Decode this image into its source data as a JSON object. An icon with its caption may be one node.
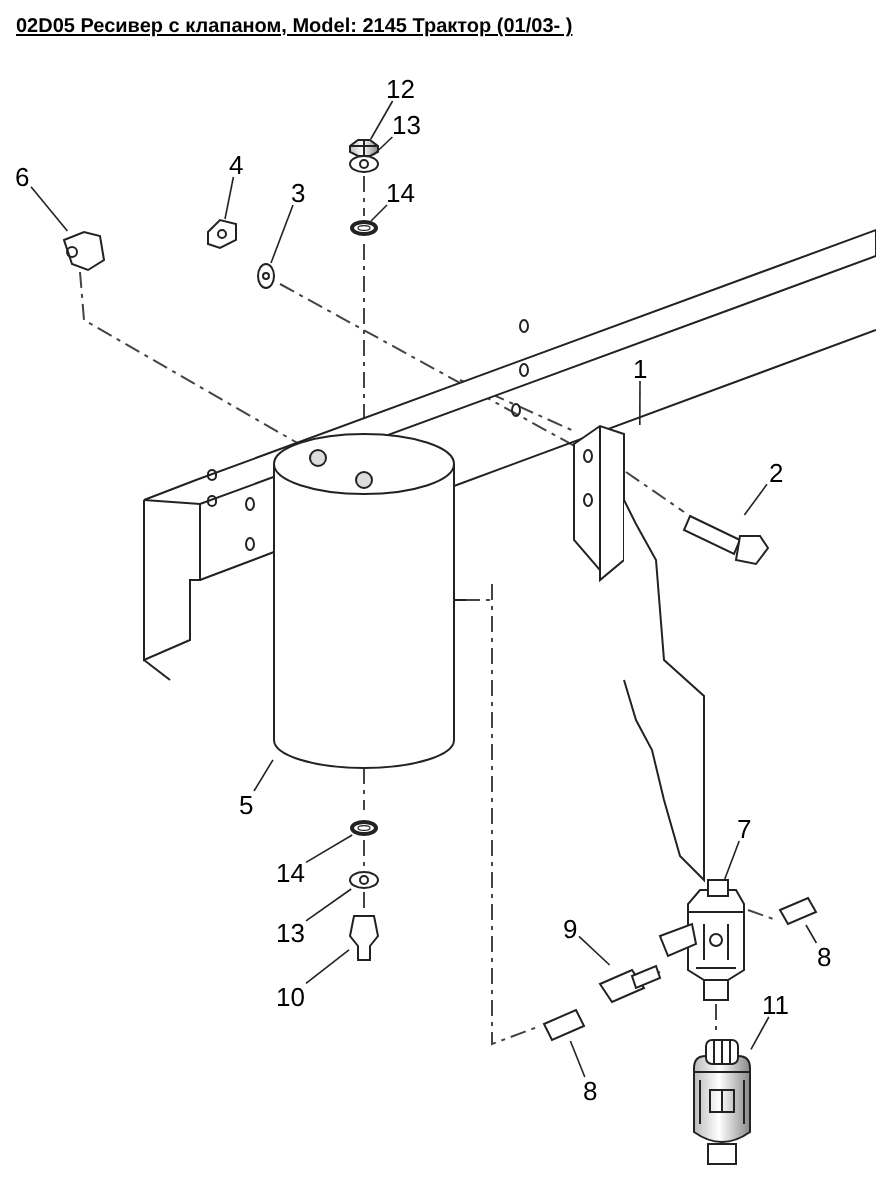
{
  "diagram": {
    "title": "02D05 Ресивер с клапаном, Model: 2145 Трактор (01/03- )",
    "nodes": [
      {
        "text": [
          "12"
        ]
      },
      {
        "text": [
          "13"
        ]
      },
      {
        "text": [
          "14"
        ]
      },
      {
        "text": [
          "6"
        ]
      },
      {
        "text": [
          "4"
        ]
      },
      {
        "text": [
          "3"
        ]
      },
      {
        "text": [
          "1"
        ]
      },
      {
        "text": [
          "2"
        ]
      },
      {
        "text": [
          "5"
        ]
      },
      {
        "text": [
          "7"
        ]
      },
      {
        "text": [
          "14"
        ]
      },
      {
        "text": [
          "8"
        ]
      },
      {
        "text": [
          "13"
        ]
      },
      {
        "text": [
          "9"
        ]
      },
      {
        "text": [
          "10"
        ]
      },
      {
        "text": [
          "11"
        ]
      },
      {
        "text": [
          "8"
        ]
      },
      {
        "text": [],
        "shape": "picture"
      },
      {
        "text": [],
        "shape": "picture"
      },
      {
        "text": [],
        "shape": "picture"
      },
      {
        "text": [],
        "shape": "picture"
      },
      {
        "text": [],
        "shape": "picture"
      },
      {
        "text": [],
        "shape": "picture"
      },
      {
        "text": [],
        "shape": "picture"
      },
      {
        "text": [],
        "shape": "picture"
      },
      {
        "text": [],
        "shape": "picture"
      },
      {
        "text": [],
        "shape": "picture"
      },
      {
        "text": [],
        "shape": "picture"
      },
      {
        "text": [],
        "shape": "picture"
      },
      {
        "text": [],
        "shape": "picture"
      },
      {
        "text": [],
        "shape": "picture"
      },
      {
        "text": [],
        "shape": "picture"
      },
      {
        "text": [],
        "shape": "picture"
      },
      {
        "text": [],
        "shape": "picture"
      }
    ],
    "edges": [
      {
        "from": 0,
        "to": 17,
        "arrow": "none"
      },
      {
        "from": 1,
        "to": 18,
        "arrow": "none"
      },
      {
        "from": 2,
        "to": 19,
        "arrow": "none"
      },
      {
        "from": 3,
        "to": 20,
        "arrow": "none"
      },
      {
        "from": 4,
        "to": 21,
        "arrow": "none"
      },
      {
        "from": 5,
        "to": 22,
        "arrow": "none"
      },
      {
        "from": 6,
        "to": 23,
        "arrow": "none"
      },
      {
        "from": 7,
        "to": 24,
        "arrow": "none"
      },
      {
        "from": 8,
        "to": 25,
        "arrow": "none"
      },
      {
        "from": 9,
        "to": 26,
        "arrow": "none"
      },
      {
        "from": 10,
        "to": 27,
        "arrow": "none"
      },
      {
        "from": 11,
        "to": 28,
        "arrow": "none"
      },
      {
        "from": 12,
        "to": 29,
        "arrow": "none"
      },
      {
        "from": 13,
        "to": 30,
        "arrow": "none"
      },
      {
        "from": 14,
        "to": 31,
        "arrow": "none"
      },
      {
        "from": 15,
        "to": 32,
        "arrow": "none"
      },
      {
        "from": 16,
        "to": 33,
        "arrow": "none"
      }
    ]
  }
}
